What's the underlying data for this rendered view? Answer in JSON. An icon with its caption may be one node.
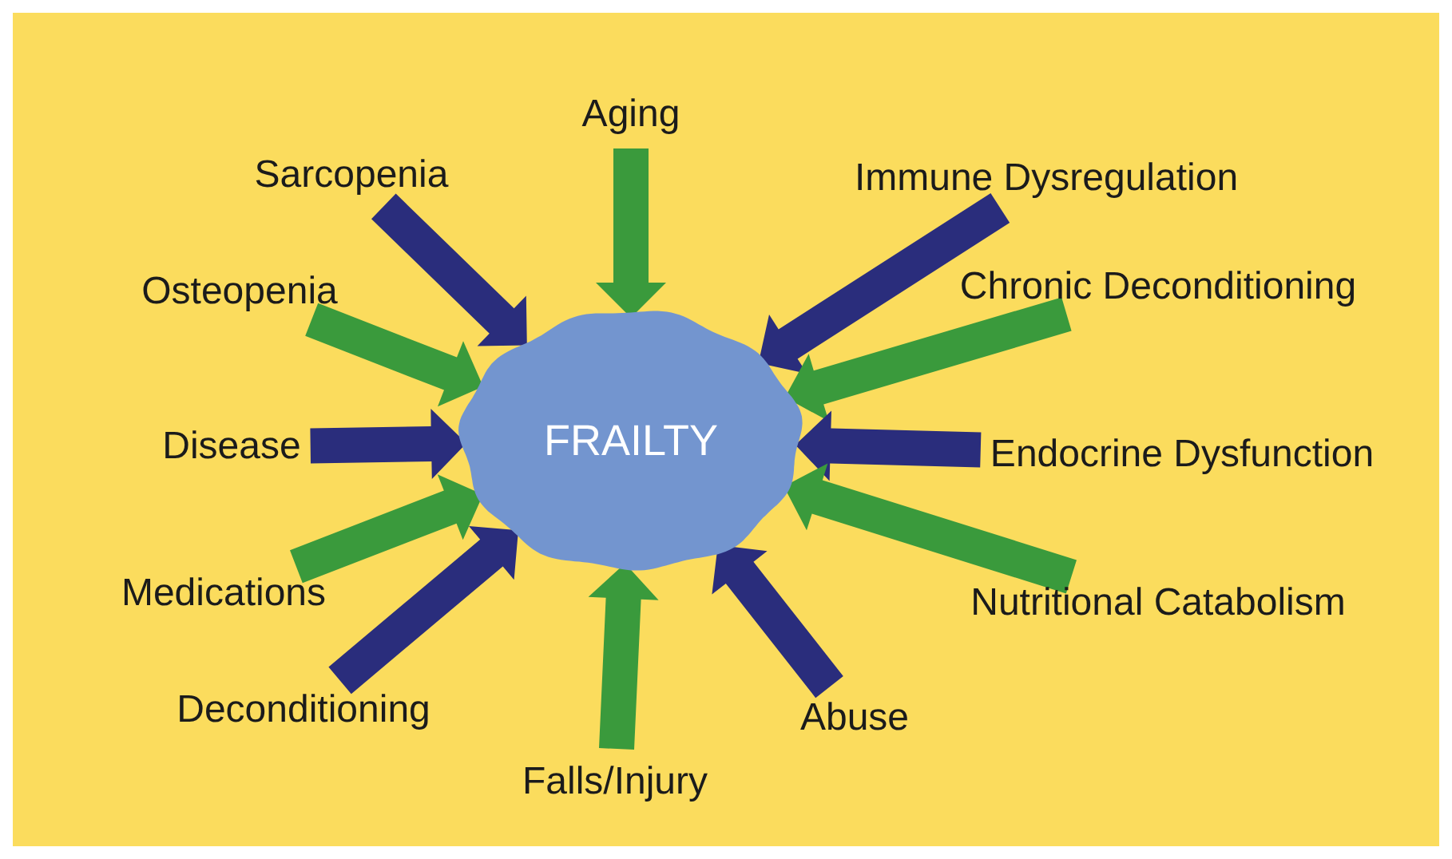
{
  "diagram": {
    "nodes": [
      {
        "text": [
          "FRAILTY"
        ]
      },
      {
        "text": [
          "Aging"
        ]
      },
      {
        "text": [
          "Sarcopenia"
        ]
      },
      {
        "text": [
          "Immune Dysregulation"
        ]
      },
      {
        "text": [
          "Osteopenia"
        ]
      },
      {
        "text": [
          "Chronic Deconditioning"
        ]
      },
      {
        "text": [
          "Disease"
        ]
      },
      {
        "text": [
          "Endocrine Dysfunction"
        ]
      },
      {
        "text": [
          "Medications"
        ]
      },
      {
        "text": [
          "Nutritional Catabolism"
        ]
      },
      {
        "text": [
          "Deconditioning"
        ]
      },
      {
        "text": [
          "Abuse"
        ]
      },
      {
        "text": [
          "Falls/Injury"
        ]
      }
    ],
    "edges": [
      {
        "from": 1,
        "to": 0,
        "arrow": "to",
        "style": "thick",
        "color": "#3a9a3c"
      },
      {
        "from": 2,
        "to": 0,
        "arrow": "to",
        "style": "thick",
        "color": "#2a2d7c"
      },
      {
        "from": 3,
        "to": 0,
        "arrow": "to",
        "style": "thick",
        "color": "#2a2d7c"
      },
      {
        "from": 4,
        "to": 0,
        "arrow": "to",
        "style": "thick",
        "color": "#3a9a3c"
      },
      {
        "from": 5,
        "to": 0,
        "arrow": "to",
        "style": "thick",
        "color": "#3a9a3c"
      },
      {
        "from": 6,
        "to": 0,
        "arrow": "to",
        "style": "thick",
        "color": "#2a2d7c"
      },
      {
        "from": 7,
        "to": 0,
        "arrow": "to",
        "style": "thick",
        "color": "#2a2d7c"
      },
      {
        "from": 8,
        "to": 0,
        "arrow": "to",
        "style": "thick",
        "color": "#3a9a3c"
      },
      {
        "from": 9,
        "to": 0,
        "arrow": "to",
        "style": "thick",
        "color": "#3a9a3c"
      },
      {
        "from": 10,
        "to": 0,
        "arrow": "to",
        "style": "thick",
        "color": "#2a2d7c"
      },
      {
        "from": 11,
        "to": 0,
        "arrow": "to",
        "style": "thick",
        "color": "#2a2d7c"
      },
      {
        "from": 12,
        "to": 0,
        "arrow": "to",
        "style": "thick",
        "color": "#3a9a3c"
      }
    ]
  }
}
